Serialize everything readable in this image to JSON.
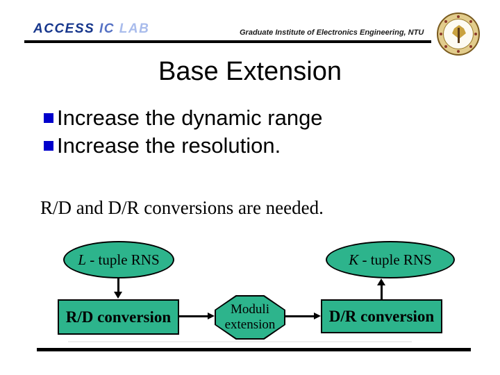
{
  "header": {
    "lab_name": {
      "word1": "ACCESS",
      "word2": "IC",
      "word3": "LAB"
    },
    "institute": "Graduate Institute of Electronics Engineering, NTU",
    "logo": "ntu-university-seal"
  },
  "title": "Base Extension",
  "bullets": [
    "Increase the dynamic range",
    "Increase the resolution."
  ],
  "note": "R/D and D/R conversions are needed.",
  "diagram": {
    "left_ellipse": {
      "prefix": "L",
      "rest": " - tuple RNS"
    },
    "right_ellipse": {
      "prefix": "K",
      "rest": " - tuple RNS"
    },
    "left_box": "R/D conversion",
    "octagon": {
      "line1": "Moduli",
      "line2": "extension"
    },
    "right_box": "D/R conversion"
  },
  "colors": {
    "shape_fill": "#2DB48C",
    "bullet_square": "#0000CC",
    "lab_gradient": [
      "#16368C",
      "#5571C4",
      "#A9BCEC"
    ],
    "rule": "#000000"
  }
}
